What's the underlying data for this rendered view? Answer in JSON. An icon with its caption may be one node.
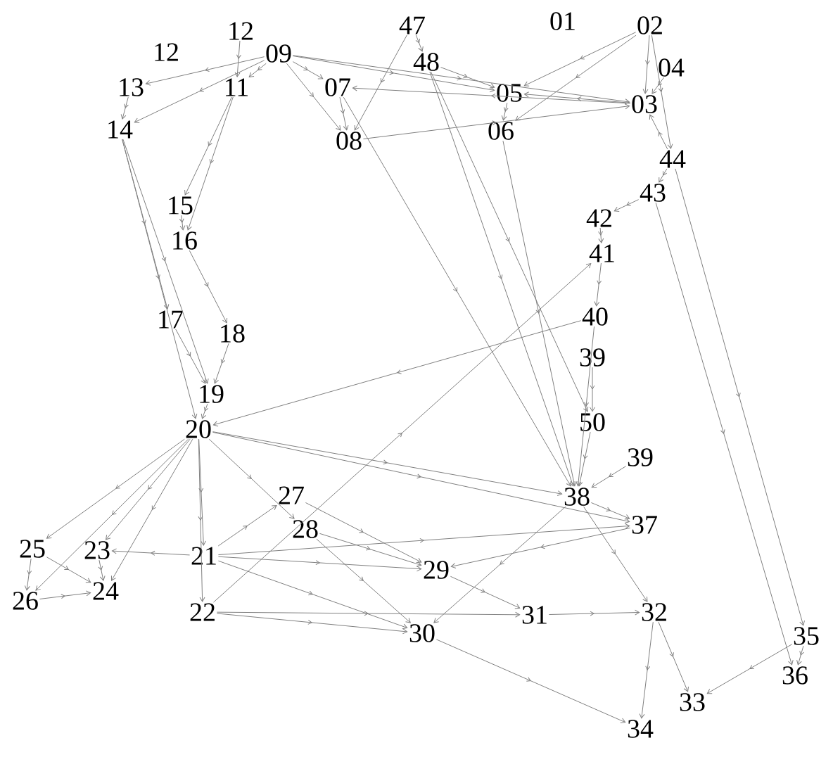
{
  "diagram": {
    "nodes": [
      {
        "text": [
          "01"
        ]
      },
      {
        "text": [
          "02"
        ]
      },
      {
        "text": [
          "12"
        ]
      },
      {
        "text": [
          "12"
        ]
      },
      {
        "text": [
          "09"
        ]
      },
      {
        "text": [
          "47"
        ]
      },
      {
        "text": [
          "48"
        ]
      },
      {
        "text": [
          "04"
        ]
      },
      {
        "text": [
          "13"
        ]
      },
      {
        "text": [
          "11"
        ]
      },
      {
        "text": [
          "07"
        ]
      },
      {
        "text": [
          "05"
        ]
      },
      {
        "text": [
          "03"
        ]
      },
      {
        "text": [
          "14"
        ]
      },
      {
        "text": [
          "08"
        ]
      },
      {
        "text": [
          "06"
        ]
      },
      {
        "text": [
          "44"
        ]
      },
      {
        "text": [
          "43"
        ]
      },
      {
        "text": [
          "15"
        ]
      },
      {
        "text": [
          "42"
        ]
      },
      {
        "text": [
          "16"
        ]
      },
      {
        "text": [
          "41"
        ]
      },
      {
        "text": [
          "17"
        ]
      },
      {
        "text": [
          "18"
        ]
      },
      {
        "text": [
          "40"
        ]
      },
      {
        "text": [
          "39"
        ]
      },
      {
        "text": [
          "19"
        ]
      },
      {
        "text": [
          "20"
        ]
      },
      {
        "text": [
          "50"
        ]
      },
      {
        "text": [
          "39"
        ]
      },
      {
        "text": [
          "27"
        ]
      },
      {
        "text": [
          "38"
        ]
      },
      {
        "text": [
          "28"
        ]
      },
      {
        "text": [
          "37"
        ]
      },
      {
        "text": [
          "25"
        ]
      },
      {
        "text": [
          "23"
        ]
      },
      {
        "text": [
          "21"
        ]
      },
      {
        "text": [
          "29"
        ]
      },
      {
        "text": [
          "26"
        ]
      },
      {
        "text": [
          "24"
        ]
      },
      {
        "text": [
          "22"
        ]
      },
      {
        "text": [
          "31"
        ]
      },
      {
        "text": [
          "32"
        ]
      },
      {
        "text": [
          "30"
        ]
      },
      {
        "text": [
          "35"
        ]
      },
      {
        "text": [
          "36"
        ]
      },
      {
        "text": [
          "33"
        ]
      },
      {
        "text": [
          "34"
        ]
      }
    ],
    "edges": [
      {
        "from": 4,
        "to": 10,
        "arrow": "to"
      },
      {
        "from": 4,
        "to": 9,
        "arrow": "to"
      },
      {
        "from": 4,
        "to": 8,
        "arrow": "to"
      },
      {
        "from": 4,
        "to": 13,
        "arrow": "to"
      },
      {
        "from": 4,
        "to": 14,
        "arrow": "to"
      },
      {
        "from": 4,
        "to": 11,
        "arrow": "to"
      },
      {
        "from": 4,
        "to": 12,
        "arrow": "to"
      },
      {
        "from": 3,
        "to": 9,
        "arrow": "to"
      },
      {
        "from": 9,
        "to": 18,
        "arrow": "to"
      },
      {
        "from": 9,
        "to": 20,
        "arrow": "to"
      },
      {
        "from": 8,
        "to": 13,
        "arrow": "to"
      },
      {
        "from": 13,
        "to": 22,
        "arrow": "to"
      },
      {
        "from": 13,
        "to": 26,
        "arrow": "to"
      },
      {
        "from": 13,
        "to": 27,
        "arrow": "to"
      },
      {
        "from": 18,
        "to": 20,
        "arrow": "to"
      },
      {
        "from": 20,
        "to": 23,
        "arrow": "to"
      },
      {
        "from": 22,
        "to": 26,
        "arrow": "to"
      },
      {
        "from": 23,
        "to": 26,
        "arrow": "to"
      },
      {
        "from": 26,
        "to": 27,
        "arrow": "to"
      },
      {
        "from": 27,
        "to": 36,
        "arrow": "to"
      },
      {
        "from": 27,
        "to": 40,
        "arrow": "to"
      },
      {
        "from": 27,
        "to": 35,
        "arrow": "to"
      },
      {
        "from": 27,
        "to": 39,
        "arrow": "to"
      },
      {
        "from": 27,
        "to": 38,
        "arrow": "to"
      },
      {
        "from": 27,
        "to": 34,
        "arrow": "to"
      },
      {
        "from": 27,
        "to": 31,
        "arrow": "to"
      },
      {
        "from": 27,
        "to": 33,
        "arrow": "to"
      },
      {
        "from": 27,
        "to": 32,
        "arrow": "to"
      },
      {
        "from": 36,
        "to": 35,
        "arrow": "to"
      },
      {
        "from": 36,
        "to": 30,
        "arrow": "to"
      },
      {
        "from": 36,
        "to": 37,
        "arrow": "to"
      },
      {
        "from": 36,
        "to": 33,
        "arrow": "to"
      },
      {
        "from": 36,
        "to": 43,
        "arrow": "to"
      },
      {
        "from": 40,
        "to": 41,
        "arrow": "to"
      },
      {
        "from": 40,
        "to": 43,
        "arrow": "to"
      },
      {
        "from": 34,
        "to": 38,
        "arrow": "to"
      },
      {
        "from": 34,
        "to": 39,
        "arrow": "to"
      },
      {
        "from": 38,
        "to": 39,
        "arrow": "to"
      },
      {
        "from": 35,
        "to": 39,
        "arrow": "to"
      },
      {
        "from": 32,
        "to": 37,
        "arrow": "to"
      },
      {
        "from": 32,
        "to": 43,
        "arrow": "to"
      },
      {
        "from": 30,
        "to": 37,
        "arrow": "to"
      },
      {
        "from": 37,
        "to": 41,
        "arrow": "to"
      },
      {
        "from": 41,
        "to": 42,
        "arrow": "to"
      },
      {
        "from": 43,
        "to": 47,
        "arrow": "to"
      },
      {
        "from": 42,
        "to": 46,
        "arrow": "to"
      },
      {
        "from": 42,
        "to": 47,
        "arrow": "to"
      },
      {
        "from": 44,
        "to": 46,
        "arrow": "to"
      },
      {
        "from": 44,
        "to": 45,
        "arrow": "to"
      },
      {
        "from": 33,
        "to": 37,
        "arrow": "to"
      },
      {
        "from": 31,
        "to": 43,
        "arrow": "to"
      },
      {
        "from": 31,
        "to": 42,
        "arrow": "to"
      },
      {
        "from": 31,
        "to": 33,
        "arrow": "to"
      },
      {
        "from": 29,
        "to": 31,
        "arrow": "to"
      },
      {
        "from": 28,
        "to": 31,
        "arrow": "to"
      },
      {
        "from": 25,
        "to": 28,
        "arrow": "to"
      },
      {
        "from": 24,
        "to": 31,
        "arrow": "to"
      },
      {
        "from": 21,
        "to": 24,
        "arrow": "to"
      },
      {
        "from": 19,
        "to": 21,
        "arrow": "to"
      },
      {
        "from": 17,
        "to": 19,
        "arrow": "to"
      },
      {
        "from": 16,
        "to": 17,
        "arrow": "to"
      },
      {
        "from": 16,
        "to": 12,
        "arrow": "to"
      },
      {
        "from": 1,
        "to": 12,
        "arrow": "to"
      },
      {
        "from": 1,
        "to": 16,
        "arrow": "to"
      },
      {
        "from": 7,
        "to": 12,
        "arrow": "to"
      },
      {
        "from": 1,
        "to": 11,
        "arrow": "to"
      },
      {
        "from": 1,
        "to": 15,
        "arrow": "to"
      },
      {
        "from": 12,
        "to": 11,
        "arrow": "to"
      },
      {
        "from": 12,
        "to": 10,
        "arrow": "to"
      },
      {
        "from": 11,
        "to": 15,
        "arrow": "to"
      },
      {
        "from": 15,
        "to": 31,
        "arrow": "to"
      },
      {
        "from": 6,
        "to": 31,
        "arrow": "to"
      },
      {
        "from": 5,
        "to": 6,
        "arrow": "to"
      },
      {
        "from": 6,
        "to": 28,
        "arrow": "to"
      },
      {
        "from": 10,
        "to": 14,
        "arrow": "to"
      },
      {
        "from": 10,
        "to": 31,
        "arrow": "to"
      },
      {
        "from": 14,
        "to": 12,
        "arrow": "to"
      },
      {
        "from": 5,
        "to": 14,
        "arrow": "to"
      },
      {
        "from": 16,
        "to": 44,
        "arrow": "to"
      },
      {
        "from": 17,
        "to": 45,
        "arrow": "to"
      },
      {
        "from": 24,
        "to": 27,
        "arrow": "to"
      },
      {
        "from": 6,
        "to": 11,
        "arrow": "to"
      },
      {
        "from": 40,
        "to": 21,
        "arrow": "to"
      }
    ]
  }
}
